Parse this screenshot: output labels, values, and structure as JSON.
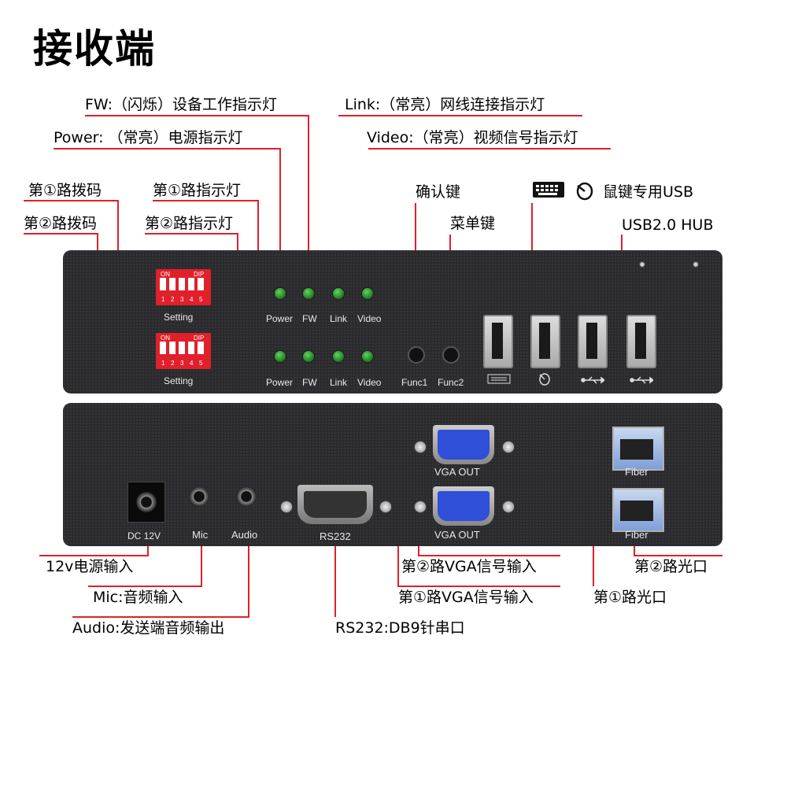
{
  "title": "接收端",
  "top_callouts": {
    "fw": "FW:（闪烁）设备工作指示灯",
    "link": "Link:（常亮）网线连接指示灯",
    "power": "Power: （常亮）电源指示灯",
    "video": "Video:（常亮）视频信号指示灯",
    "dip1": "第①路拨码",
    "dip2": "第②路拨码",
    "led1": "第①路指示灯",
    "led2": "第②路指示灯",
    "confirm": "确认键",
    "menu": "菜单键",
    "kbd_mouse_usb": "鼠键专用USB",
    "usb_hub": "USB2.0 HUB"
  },
  "front_panel": {
    "dip_on": "ON",
    "dip_label": "DIP",
    "dip_numbers": [
      "1",
      "2",
      "3",
      "4",
      "5"
    ],
    "setting": "Setting",
    "led_labels": [
      "Power",
      "FW",
      "Link",
      "Video"
    ],
    "func1": "Func1",
    "func2": "Func2"
  },
  "rear_panel": {
    "dc": "DC 12V",
    "mic": "Mic",
    "audio": "Audio",
    "rs232": "RS232",
    "vga_out": "VGA OUT",
    "fiber": "Fiber"
  },
  "bottom_callouts": {
    "power_in": "12v电源输入",
    "mic_in": "Mic:音频输入",
    "audio_out": "Audio:发送端音频输出",
    "rs232": "RS232:DB9针串口",
    "vga2": "第②路VGA信号输入",
    "vga1": "第①路VGA信号输入",
    "fiber2": "第②路光口",
    "fiber1": "第①路光口"
  },
  "colors": {
    "accent_line": "#e0202a",
    "panel": "#2b2b2e",
    "led": "#2ea82e",
    "vga": "#2f4fd8"
  }
}
